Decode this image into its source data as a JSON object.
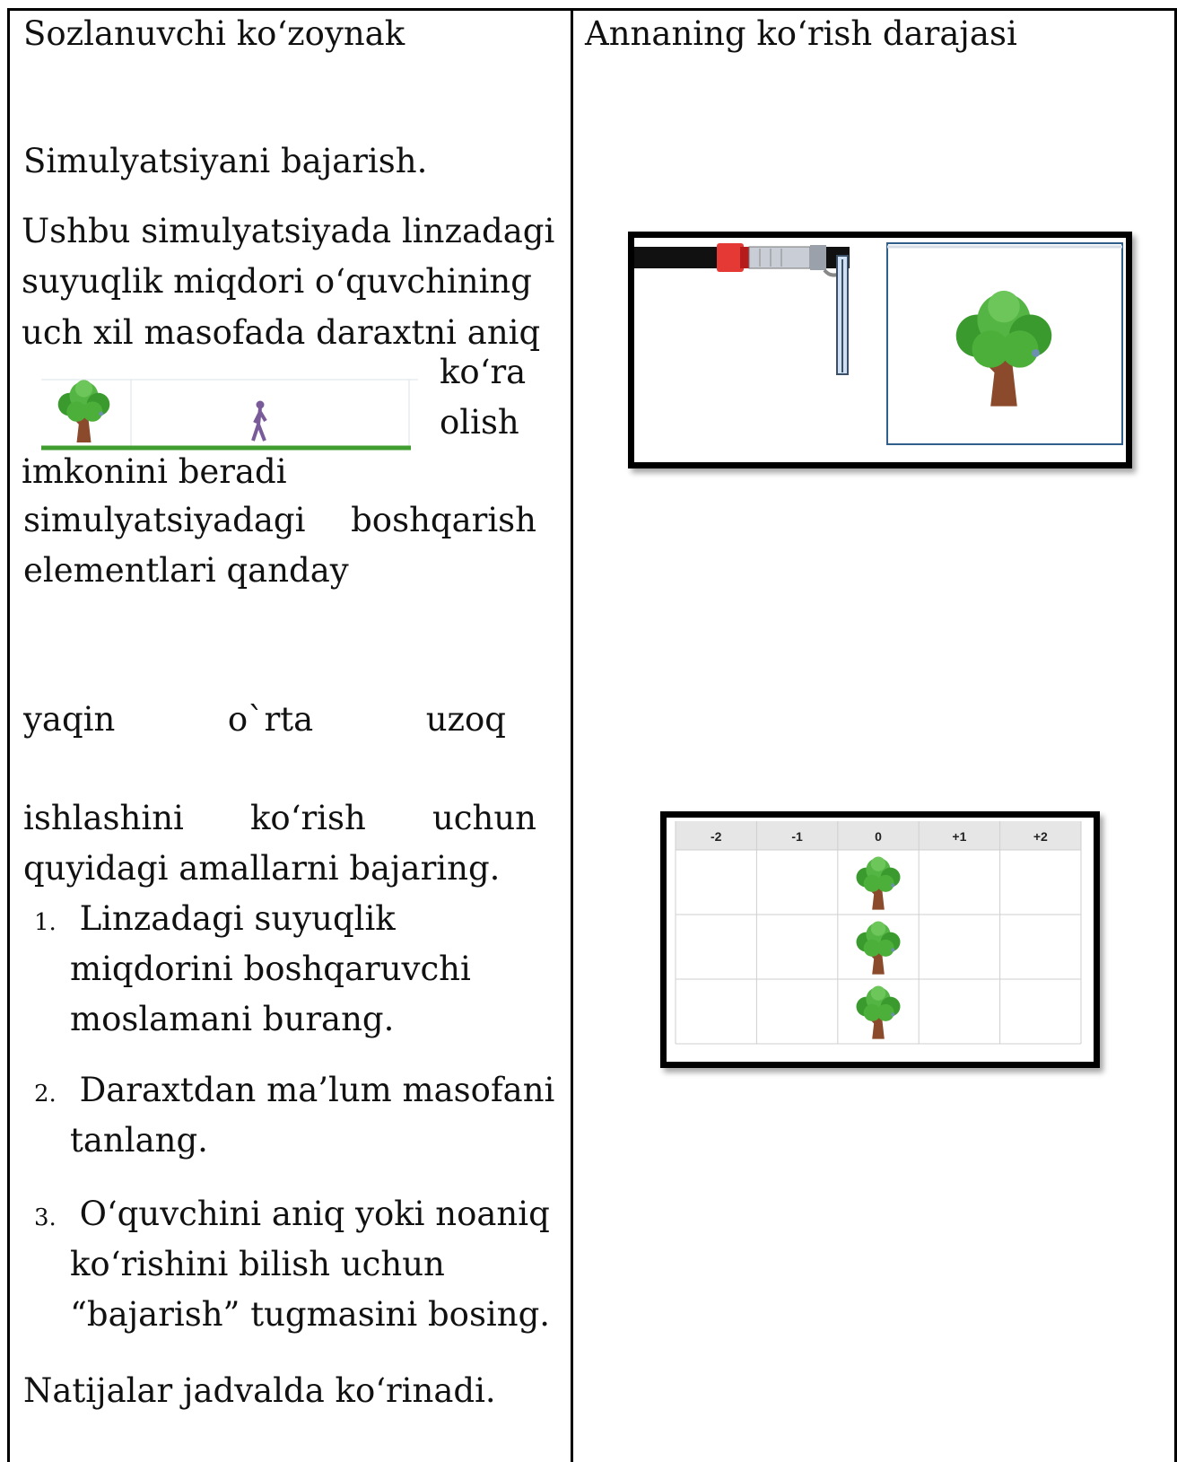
{
  "left_header": "Sozlanuvchi ko‘zoynak",
  "right_header": "Annaning ko‘rish darajasi",
  "intro": "Simulyatsiyani bajarish.",
  "desc_lines": [
    "Ushbu simulyatsiyada linzadagi",
    "suyuqlik miqdori o‘quvchining",
    "uch xil masofada daraxtni aniq"
  ],
  "desc_right": [
    "ko‘ra",
    "olish"
  ],
  "desc_after": "imkonini beradi",
  "controls_lines": {
    "line1_a": "simulyatsiyadagi",
    "line1_b": "boshqarish",
    "line2": "elementlari qanday"
  },
  "distances": [
    "yaqin",
    "o`rta",
    "uzoq"
  ],
  "instr_line1": [
    "ishlashini",
    "ko‘rish",
    "uchun"
  ],
  "instr_line2": "quyidagi amallarni bajaring.",
  "steps": [
    {
      "num": "1.",
      "lines": [
        "Linzadagi suyuqlik",
        "miqdorini boshqaruvchi",
        "moslamani burang."
      ]
    },
    {
      "num": "2.",
      "lines": [
        "Daraxtdan ma’lum masofani",
        "tanlang."
      ]
    },
    {
      "num": "3.",
      "lines": [
        "O‘quvchini aniq yoki noaniq",
        "ko‘rishini bilish uchun",
        "“bajarish” tugmasini bosing."
      ]
    }
  ],
  "footer": "Natijalar jadvalda ko‘rinadi.",
  "result_table": {
    "columns": [
      "-2",
      "-1",
      "0",
      "+1",
      "+2"
    ],
    "tree_column": "0",
    "rows": 3
  },
  "colors": {
    "grass": "#3f9e2f",
    "leaf": "#4caf3a",
    "trunk": "#8b4a2b",
    "knob": "#e53935",
    "panel": "#cfe0f3"
  }
}
